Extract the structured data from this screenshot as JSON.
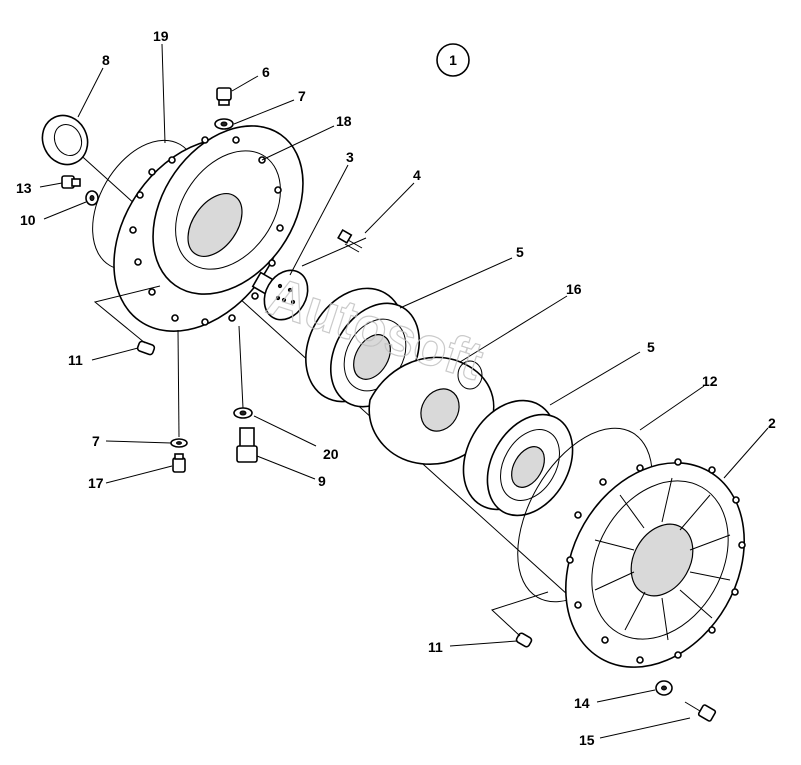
{
  "figure_badge": "1",
  "watermark": "Autosoft",
  "callouts": [
    {
      "id": "c19a",
      "label": "19"
    },
    {
      "id": "c8",
      "label": "8"
    },
    {
      "id": "c6",
      "label": "6"
    },
    {
      "id": "c7a",
      "label": "7"
    },
    {
      "id": "c18",
      "label": "18"
    },
    {
      "id": "c3",
      "label": "3"
    },
    {
      "id": "c4",
      "label": "4"
    },
    {
      "id": "c13",
      "label": "13"
    },
    {
      "id": "c10",
      "label": "10"
    },
    {
      "id": "c5a",
      "label": "5"
    },
    {
      "id": "c16",
      "label": "16"
    },
    {
      "id": "c5b",
      "label": "5"
    },
    {
      "id": "c11a",
      "label": "11"
    },
    {
      "id": "c12",
      "label": "12"
    },
    {
      "id": "c2",
      "label": "2"
    },
    {
      "id": "c7b",
      "label": "7"
    },
    {
      "id": "c20",
      "label": "20"
    },
    {
      "id": "c17",
      "label": "17"
    },
    {
      "id": "c9",
      "label": "9"
    },
    {
      "id": "c11b",
      "label": "11"
    },
    {
      "id": "c14",
      "label": "14"
    },
    {
      "id": "c15",
      "label": "15"
    }
  ]
}
